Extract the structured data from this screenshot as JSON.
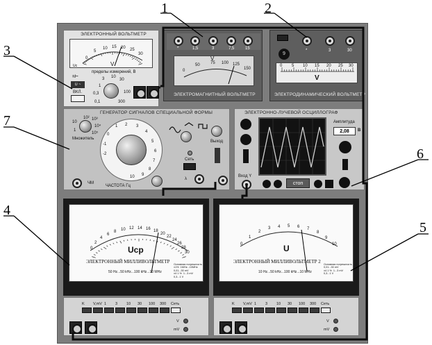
{
  "callouts": [
    "1",
    "2",
    "3",
    "4",
    "5",
    "6",
    "7"
  ],
  "voltmeter_electronic": {
    "title": "ЭЛЕКТРОННЫЙ ВОЛЬТМЕТР",
    "scale_labels": [
      "0",
      "5",
      "10",
      "15",
      "20",
      "25",
      "30"
    ],
    "unit": "V",
    "range_title": "пределы измерений, В",
    "mode_label": "=/~",
    "mode_value": "U ~",
    "power_label": "ВКЛ.",
    "knob_labels": [
      "3",
      "10",
      "30",
      "1",
      "0,3",
      "0,1",
      "100",
      "300"
    ]
  },
  "voltmeter_em": {
    "title": "ЭЛЕКТРОМАГНИТНЫЙ ВОЛЬТМЕТР",
    "terminal_labels": [
      "*",
      "1,5",
      "3",
      "7,5",
      "15"
    ],
    "scale_labels": [
      "0",
      "50",
      "75",
      "100",
      "125",
      "150"
    ],
    "unit": "V"
  },
  "voltmeter_ed": {
    "title": "ЭЛЕКТРОДИНАМИЧЕСКИЙ ВОЛЬТМЕТР",
    "terminal_labels": [
      "*",
      "3",
      "30"
    ],
    "scale_labels": [
      "0",
      "5",
      "10",
      "15",
      "20",
      "25",
      "30"
    ],
    "unit": "V"
  },
  "generator": {
    "title": "ГЕНЕРАТОР СИГНАЛОВ СПЕЦИАЛЬНОЙ ФОРМЫ",
    "multiplier_label": "Множитель",
    "multiplier_scale": [
      "10²",
      "10³",
      "10⁴",
      "10",
      "1",
      "10⁵"
    ],
    "dial_labels": [
      "2",
      "3",
      "4",
      "5",
      "6",
      "7",
      "8",
      "9",
      "10",
      "1",
      "0",
      "-1",
      "-2"
    ],
    "freq_label": "ЧАСТОТА Гц",
    "fm_label": "ЧМ",
    "power_label": "Сеть",
    "output_label": "Выход",
    "lambda_label": "λ"
  },
  "oscilloscope": {
    "title": "ЭЛЕКТРОННО-ЛУЧЕВОЙ ОСЦИЛЛОГРАФ",
    "amplitude_label": "Амплитуда",
    "amplitude_value": "2,08",
    "amplitude_unit": "В",
    "input_label": "Вход Y",
    "stop_label": "стоп"
  },
  "millivoltmeter1": {
    "symbol": "Ucp",
    "title": "ЭЛЕКТРОННЫЙ МИЛЛИВОЛЬТМЕТР",
    "freq_text": "50 Hz...50 kHz...100 kHz...10 MHz",
    "accuracy_text": "Основная погрешность 0,5% 10 Hz...1MHz\n±1%  1MHz...10MHz\n0,01...30 mV\n±4 1 %  1...3 mV\n0,3...1 V",
    "scale_labels": [
      "0",
      "2",
      "4",
      "6",
      "8",
      "10",
      "12",
      "14",
      "16",
      "18",
      "20",
      "22",
      "24",
      "26",
      "28",
      "30"
    ],
    "buttons": [
      "K",
      "V,mV",
      "1",
      "3",
      "10",
      "30",
      "100",
      "300",
      "Сеть"
    ],
    "led_labels": [
      "V",
      "mV"
    ]
  },
  "millivoltmeter2": {
    "symbol": "U",
    "title": "ЭЛЕКТРОННЫЙ МИЛЛИВОЛЬТМЕТР 2",
    "freq_text": "10 Hz...50 kHz...100 kHz...10 MHz",
    "accuracy_text": "Основная погрешность ±0,5% 10Hz...1MHz\n0,01...30 mV\n±4 1 %  1...3 mV\n0,3...1 V",
    "scale_labels": [
      "0",
      "1",
      "2",
      "3",
      "4",
      "5",
      "6",
      "7",
      "8",
      "9",
      "10"
    ],
    "buttons": [
      "K",
      "V,mV",
      "1",
      "3",
      "10",
      "30",
      "100",
      "300",
      "Сеть"
    ],
    "led_labels": [
      "V",
      "mV"
    ]
  }
}
